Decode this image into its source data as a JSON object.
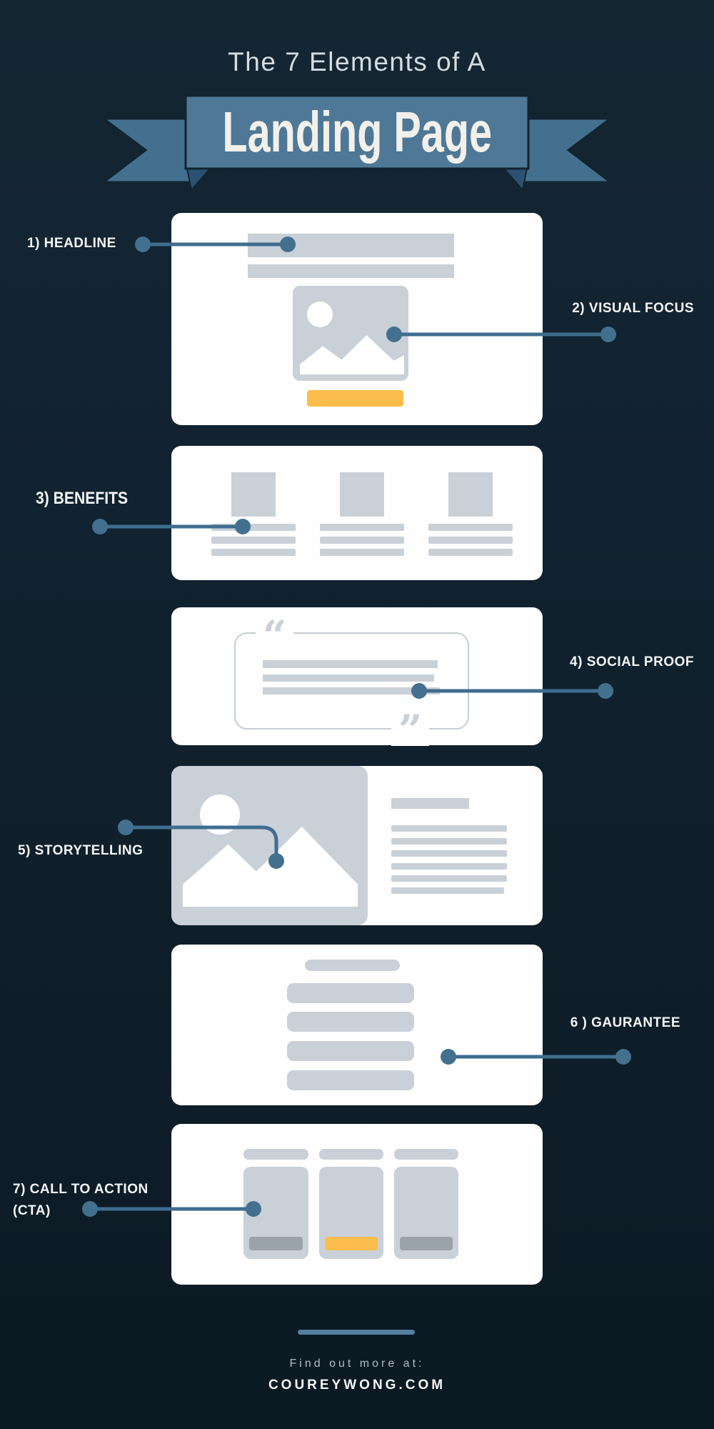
{
  "header": {
    "title": "The 7 Elements of A",
    "banner": "Landing Page"
  },
  "callouts": {
    "headline": "1) HEADLINE",
    "visual_focus": "2) VISUAL FOCUS",
    "benefits": "3) BENEFITS",
    "social_proof": "4) SOCIAL PROOF",
    "storytelling": "5) STORYTELLING",
    "guarantee": "6 ) GAURANTEE",
    "cta_line1": "7) CALL TO ACTION",
    "cta_line2": "(CTA)"
  },
  "quote_marks": {
    "open": "“",
    "close": "”"
  },
  "footer": {
    "lead": "Find out more at:",
    "site": "COUREYWONG.COM"
  },
  "colors": {
    "background_top": "#152633",
    "background_bottom": "#0b1922",
    "card": "#fefefe",
    "wireframe_gray": "#c9d0d8",
    "button_gray": "#9aa2aa",
    "accent_yellow": "#fcbd4c",
    "connector_line": "#3f6d90",
    "connector_dot": "#44708f",
    "ribbon_banner": "#4e7896",
    "ribbon_tail": "#44708f",
    "ribbon_fold": "#2b5273",
    "title_text": "#d5dce1",
    "banner_text": "#f2f0ea",
    "footer_divider": "#55809f"
  }
}
